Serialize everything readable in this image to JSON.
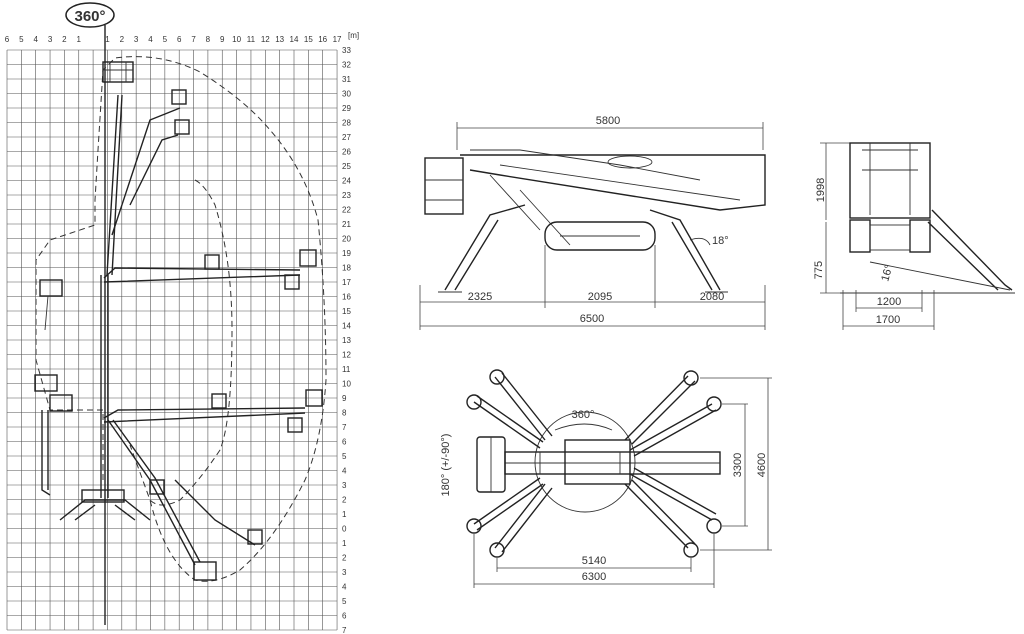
{
  "rotation_badge": "360°",
  "range_chart": {
    "unit_label": "[m]",
    "x_ticks": [
      "6",
      "5",
      "4",
      "3",
      "2",
      "1",
      "",
      "1",
      "2",
      "3",
      "4",
      "5",
      "6",
      "7",
      "8",
      "9",
      "10",
      "11",
      "12",
      "13",
      "14",
      "15",
      "16",
      "17"
    ],
    "y_ticks": [
      "33",
      "32",
      "31",
      "30",
      "29",
      "28",
      "27",
      "26",
      "25",
      "24",
      "23",
      "22",
      "21",
      "20",
      "19",
      "18",
      "17",
      "16",
      "15",
      "14",
      "13",
      "12",
      "11",
      "10",
      "9",
      "8",
      "7",
      "6",
      "5",
      "4",
      "3",
      "2",
      "1",
      "0",
      "1",
      "2",
      "3",
      "4",
      "5",
      "6",
      "7"
    ]
  },
  "side_view": {
    "overall_length": "5800",
    "angle": "18°",
    "seg_left": "2325",
    "seg_mid": "2095",
    "seg_right": "2080",
    "total_width": "6500"
  },
  "front_view": {
    "height": "1998",
    "ground_clearance": "775",
    "angle": "16°",
    "track_width": "1200",
    "overall_width": "1700"
  },
  "top_view": {
    "rotation": "360°",
    "basket_rotation": "180° (+/-90°)",
    "inner_width": "3300",
    "outer_width": "4600",
    "inner_span": "5140",
    "outer_span": "6300"
  }
}
